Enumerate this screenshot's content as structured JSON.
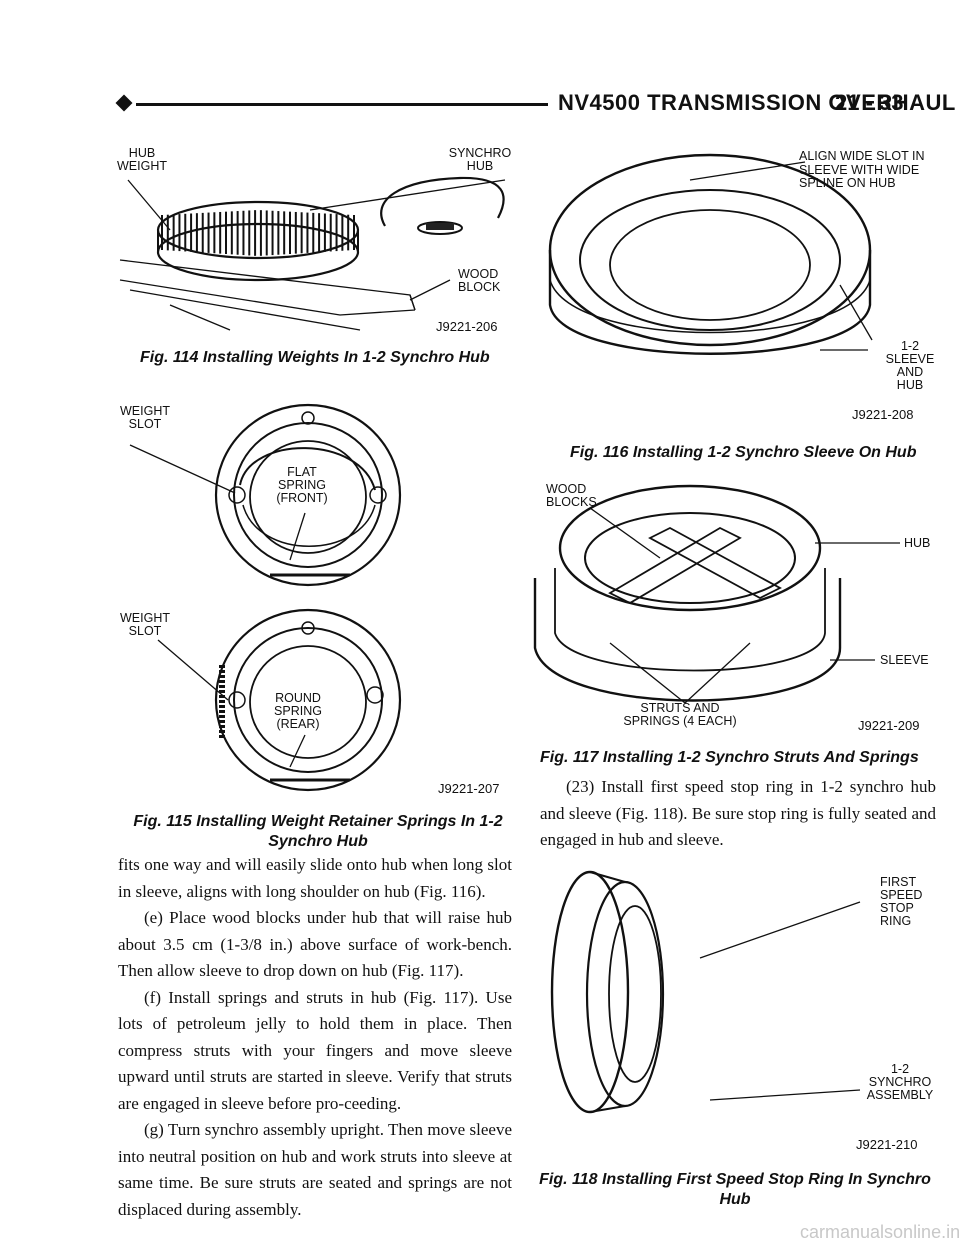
{
  "header": {
    "title": "NV4500 TRANSMISSION OVERHAUL",
    "page": "21 - 33"
  },
  "fig114": {
    "labels": {
      "hub_weight": "HUB\nWEIGHT",
      "synchro_hub": "SYNCHRO\nHUB",
      "wood_block": "WOOD\nBLOCK"
    },
    "code": "J9221-206",
    "caption": "Fig. 114 Installing Weights In 1-2 Synchro Hub"
  },
  "fig115": {
    "labels": {
      "weight_slot_top": "WEIGHT\nSLOT",
      "flat_spring": "FLAT\nSPRING\n(FRONT)",
      "weight_slot_bottom": "WEIGHT\nSLOT",
      "round_spring": "ROUND\nSPRING\n(REAR)"
    },
    "code": "J9221-207",
    "caption": "Fig. 115 Installing Weight Retainer Springs In 1-2 Synchro Hub"
  },
  "fig116": {
    "labels": {
      "align": "ALIGN WIDE SLOT IN\nSLEEVE WITH WIDE\nSPLINE ON HUB",
      "sleeve_hub": "1-2\nSLEEVE\nAND\nHUB"
    },
    "code": "J9221-208",
    "caption": "Fig. 116 Installing 1-2 Synchro Sleeve On Hub"
  },
  "fig117": {
    "labels": {
      "wood_blocks": "WOOD\nBLOCKS",
      "hub": "HUB",
      "sleeve": "SLEEVE",
      "struts": "STRUTS AND\nSPRINGS (4 EACH)"
    },
    "code": "J9221-209",
    "caption": "Fig. 117 Installing 1-2 Synchro Struts And Springs"
  },
  "fig118": {
    "labels": {
      "stop_ring": "FIRST\nSPEED\nSTOP\nRING",
      "synchro_assembly": "1-2\nSYNCHRO\nASSEMBLY"
    },
    "code": "J9221-210",
    "caption": "Fig. 118 Installing First Speed Stop Ring In Synchro Hub"
  },
  "left_text": {
    "p1": "fits one way and will easily slide onto hub when long slot in sleeve, aligns with long shoulder on hub (Fig. 116).",
    "p2": "(e) Place wood blocks under hub that will raise hub about 3.5 cm (1-3/8 in.) above surface of work-bench. Then allow sleeve to drop down on hub (Fig. 117).",
    "p3": "(f) Install springs and struts in hub (Fig. 117). Use lots of petroleum jelly to hold them in place. Then compress struts with your fingers and move sleeve upward until struts are started in sleeve. Verify that struts are engaged in sleeve before pro-ceeding.",
    "p4": "(g) Turn synchro assembly upright. Then move sleeve into neutral position on hub and work struts into sleeve at same time. Be sure struts are seated and springs are not displaced during assembly."
  },
  "right_text": {
    "p1": "(23) Install first speed stop ring in 1-2 synchro hub and sleeve (Fig. 118). Be sure stop ring is fully seated and engaged in hub and sleeve."
  },
  "footer": {
    "watermark": "carmanualsonline.info"
  }
}
